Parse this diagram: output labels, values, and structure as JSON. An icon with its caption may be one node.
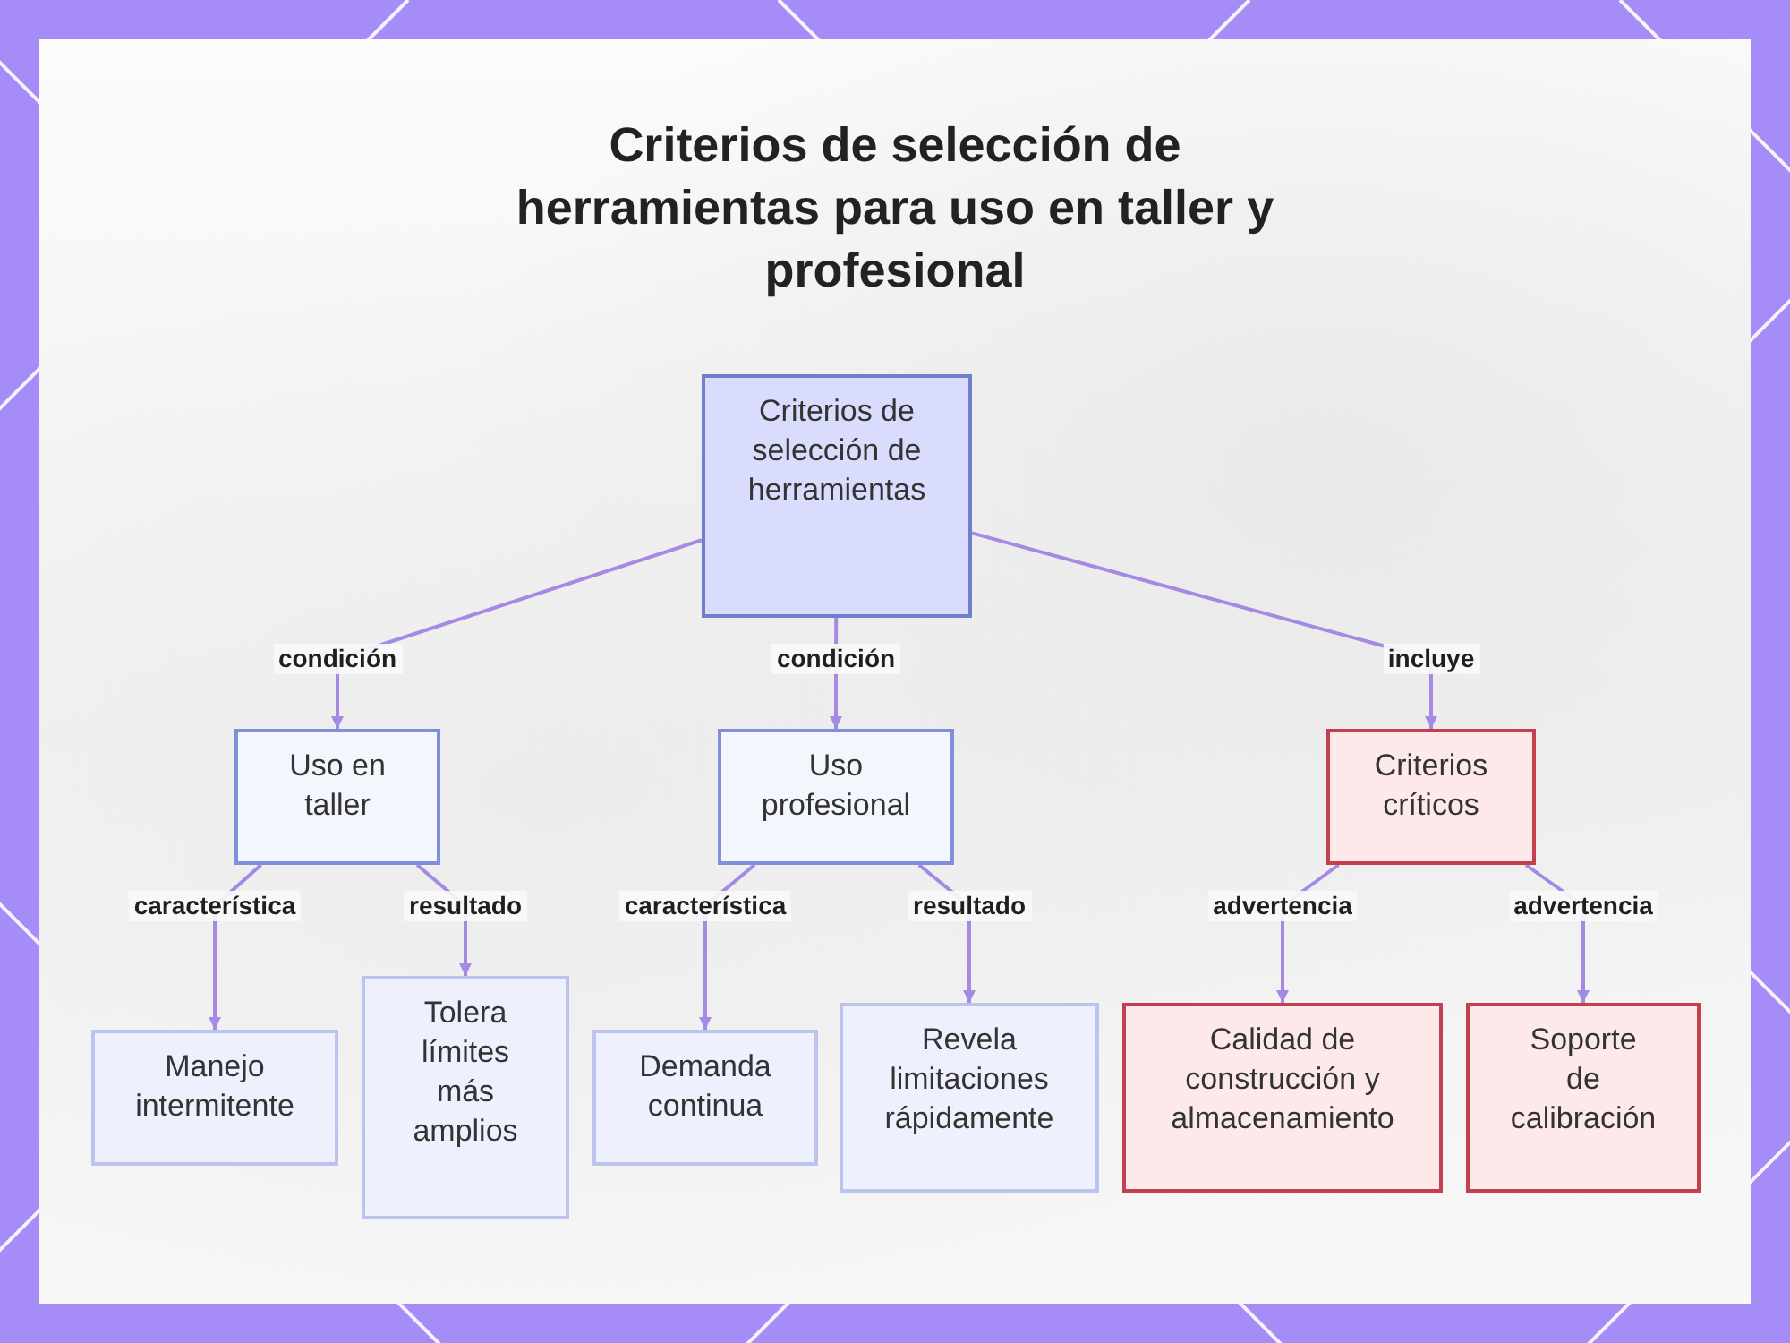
{
  "diagram": {
    "title": "Criterios de selección de herramientas para uso en taller y profesional",
    "nodes": [
      {
        "text": [
          "Criterios de selección de herramientas"
        ]
      },
      {
        "text": [
          "Uso en taller"
        ]
      },
      {
        "text": [
          "Uso profesional"
        ]
      },
      {
        "text": [
          "Criterios críticos"
        ]
      },
      {
        "text": [
          "Manejo intermitente"
        ]
      },
      {
        "text": [
          "Tolera límites más amplios"
        ]
      },
      {
        "text": [
          "Demanda continua"
        ]
      },
      {
        "text": [
          "Revela limitaciones rápidamente"
        ]
      },
      {
        "text": [
          "Calidad de construcción y almacenamiento"
        ]
      },
      {
        "text": [
          "Soporte de calibración"
        ]
      }
    ],
    "edges": [
      {
        "from": 0,
        "to": 1,
        "arrow": "to",
        "label": "condición"
      },
      {
        "from": 0,
        "to": 2,
        "arrow": "to",
        "label": "condición"
      },
      {
        "from": 0,
        "to": 3,
        "arrow": "to",
        "label": "incluye"
      },
      {
        "from": 1,
        "to": 4,
        "arrow": "to",
        "label": "característica"
      },
      {
        "from": 1,
        "to": 5,
        "arrow": "to",
        "label": "resultado"
      },
      {
        "from": 2,
        "to": 6,
        "arrow": "to",
        "label": "característica"
      },
      {
        "from": 2,
        "to": 7,
        "arrow": "to",
        "label": "resultado"
      },
      {
        "from": 3,
        "to": 8,
        "arrow": "to",
        "label": "advertencia"
      },
      {
        "from": 3,
        "to": 9,
        "arrow": "to",
        "label": "advertencia"
      }
    ]
  }
}
